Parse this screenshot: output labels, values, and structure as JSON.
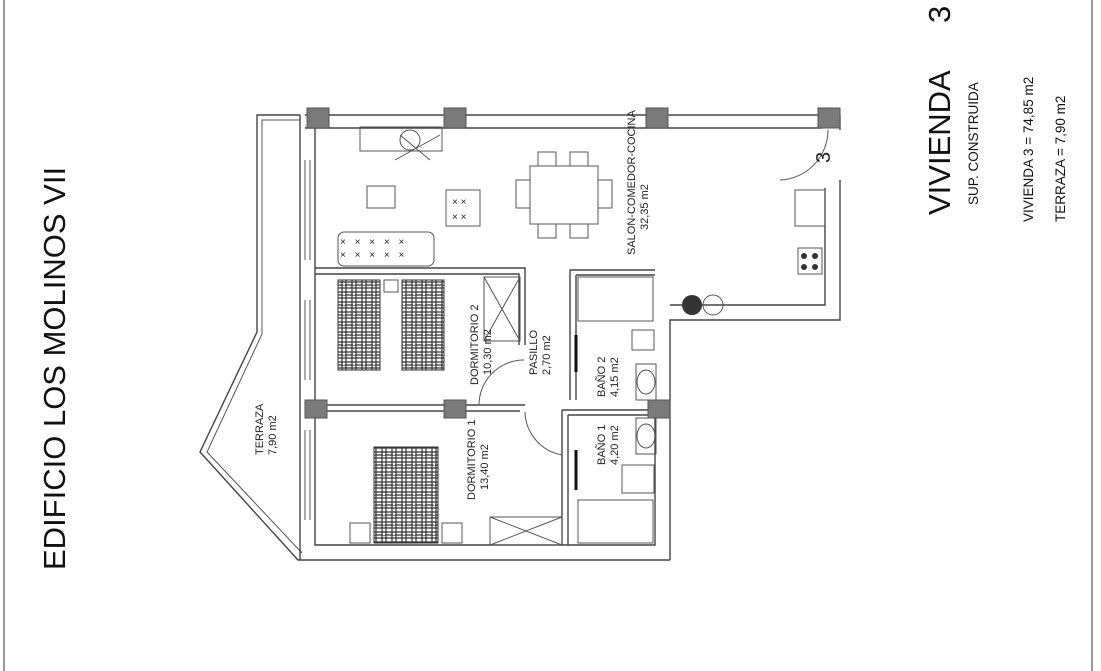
{
  "building_title": "EDIFICIO LOS MOLINOS VII",
  "unit": {
    "title": "VIVIENDA",
    "number": "3",
    "subtitle": "SUP. CONSTRUIDA",
    "area_lines": [
      "VIVIENDA 3 = 74,85 m2",
      "TERRAZA = 7,90 m2"
    ]
  },
  "door_number": "3",
  "rooms": [
    {
      "name": "SALON-COMEDOR-COCINA",
      "area": "32,35 m2"
    },
    {
      "name": "DORMITORIO 2",
      "area": "10,30 m2"
    },
    {
      "name": "PASILLO",
      "area": "2,70 m2"
    },
    {
      "name": "BAÑO 2",
      "area": "4,15 m2"
    },
    {
      "name": "BAÑO 1",
      "area": "4,20 m2"
    },
    {
      "name": "DORMITORIO 1",
      "area": "13,40 m2"
    },
    {
      "name": "TERRAZA",
      "area": "7,90 m2"
    }
  ]
}
